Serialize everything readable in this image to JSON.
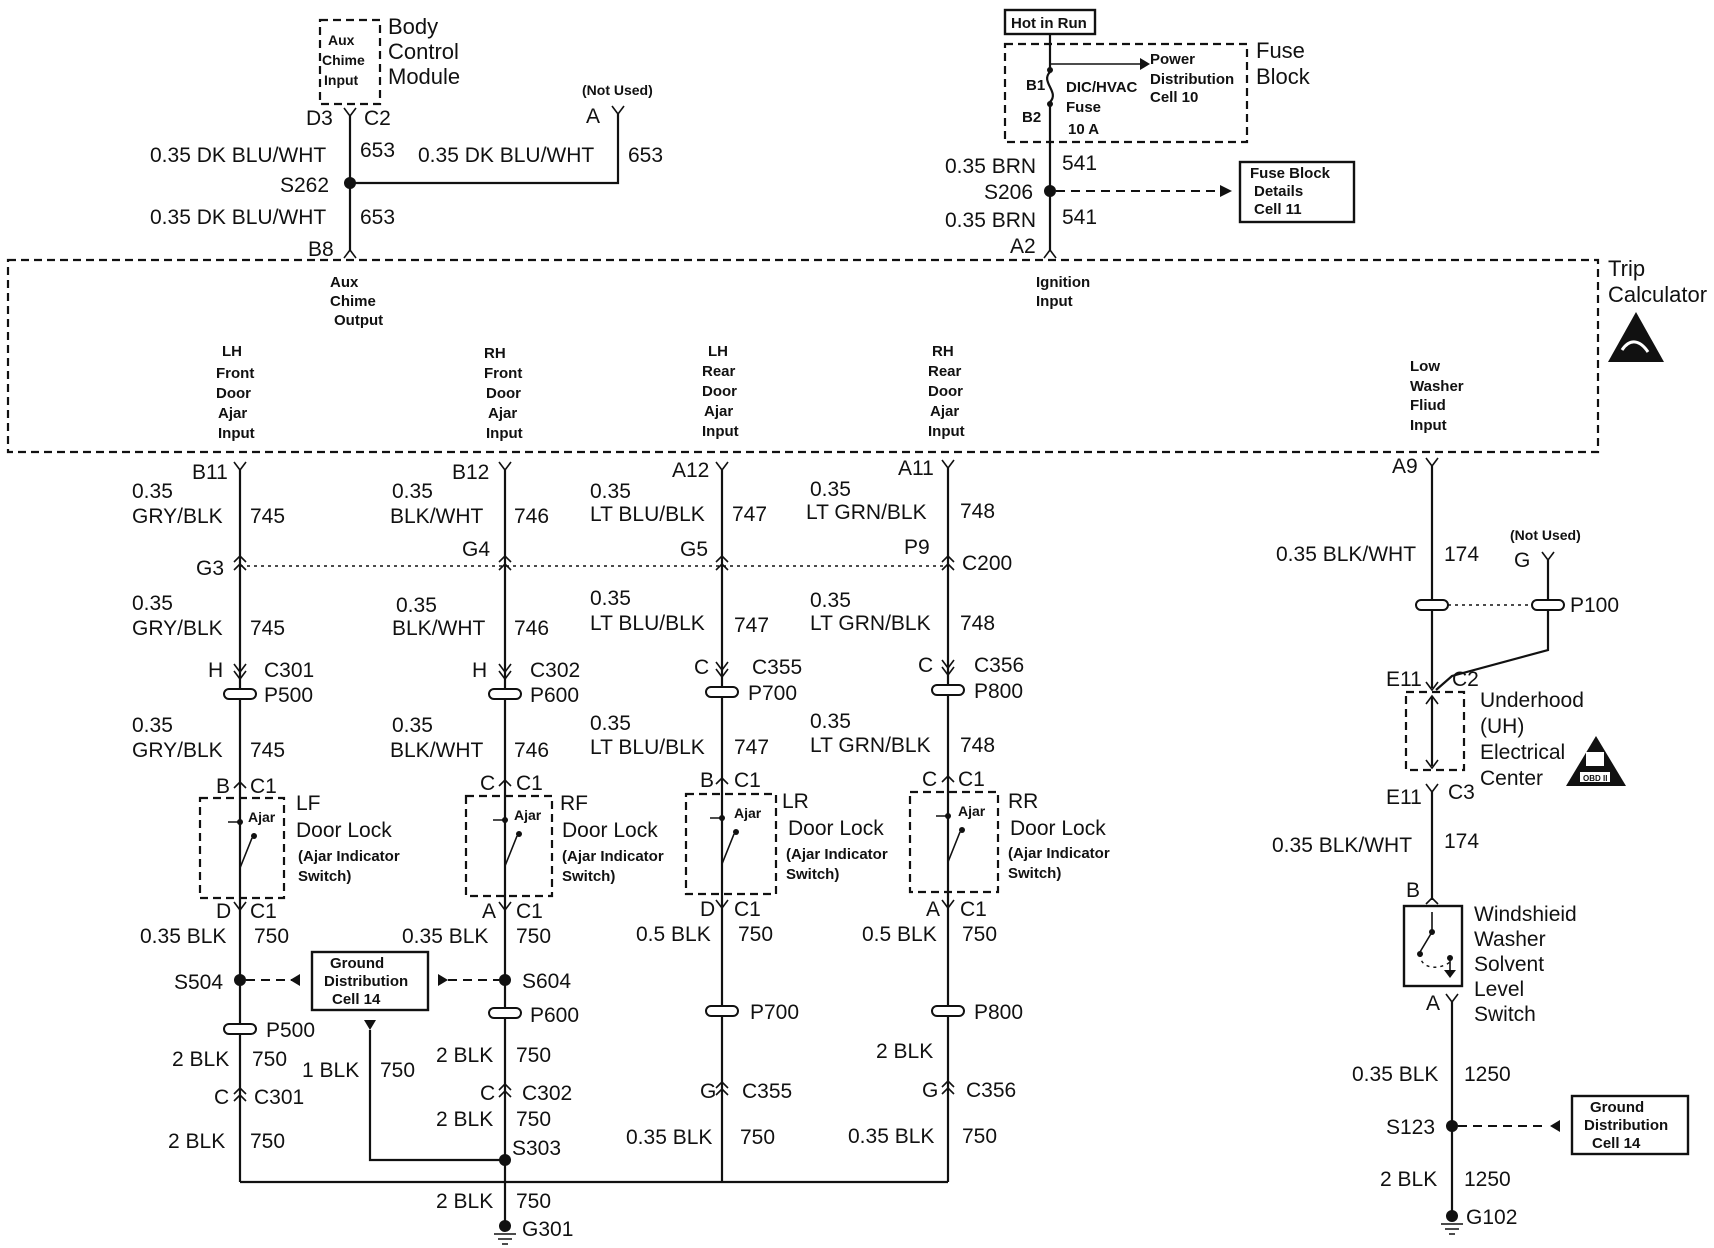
{
  "bcm": {
    "title_lines": [
      "Body",
      "Control",
      "Module"
    ],
    "aux_lines": [
      "Aux",
      "Chime",
      "Input"
    ],
    "pin_d3": "D3",
    "pin_c2": "C2",
    "pin_a": "A",
    "not_used": "(Not Used)",
    "wire_left": "0.35 DK BLU/WHT",
    "circuit_653": "653",
    "wire_right": "0.35 DK BLU/WHT",
    "splice": "S262",
    "pin_b8": "B8"
  },
  "fuse": {
    "hot_in_run": "Hot in Run",
    "title_lines": [
      "Fuse",
      "Block"
    ],
    "power_lines": [
      "Power",
      "Distribution",
      "Cell 10"
    ],
    "b1": "B1",
    "b2": "B2",
    "fuse_lines": [
      "DIC/HVAC",
      "Fuse",
      "10 A"
    ],
    "wire": "0.35 BRN",
    "circuit": "541",
    "splice": "S206",
    "details_lines": [
      "Fuse Block",
      "Details",
      "Cell 11"
    ],
    "pin_a2": "A2"
  },
  "trip": {
    "title_lines": [
      "Trip",
      "Calculator"
    ],
    "aux_out_lines": [
      "Aux",
      "Chime",
      "Output"
    ],
    "ign_lines": [
      "Ignition",
      "Input"
    ],
    "inputs": [
      [
        "LH",
        "Front",
        "Door",
        "Ajar",
        "Input"
      ],
      [
        "RH",
        "Front",
        "Door",
        "Ajar",
        "Input"
      ],
      [
        "LH",
        "Rear",
        "Door",
        "Ajar",
        "Input"
      ],
      [
        "RH",
        "Rear",
        "Door",
        "Ajar",
        "Input"
      ],
      [
        "Low",
        "Washer",
        "Fliud",
        "Input"
      ]
    ]
  },
  "doors": [
    {
      "pin_top": "B11",
      "gauge": "0.35",
      "color": "GRY/BLK",
      "circuit": "745",
      "c200": "G3",
      "conn_pin": "H",
      "conn": "C301",
      "pass": "P500",
      "sw_pin_top": "B",
      "c1": "C1",
      "sw_letters": "LF",
      "sw_name": "Door Lock",
      "sw_sub": [
        "(Ajar Indicator",
        "Switch)"
      ],
      "ajar": "Ajar",
      "sw_pin_bot": "D",
      "gnd_wire": "0.35 BLK",
      "gnd_circuit": "750"
    },
    {
      "pin_top": "B12",
      "gauge": "0.35",
      "color": "BLK/WHT",
      "circuit": "746",
      "c200": "G4",
      "conn_pin": "H",
      "conn": "C302",
      "pass": "P600",
      "sw_pin_top": "C",
      "c1": "C1",
      "sw_letters": "RF",
      "sw_name": "Door Lock",
      "sw_sub": [
        "(Ajar Indicator",
        "Switch)"
      ],
      "ajar": "Ajar",
      "sw_pin_bot": "A",
      "gnd_wire": "0.35 BLK",
      "gnd_circuit": "750"
    },
    {
      "pin_top": "A12",
      "gauge": "0.35",
      "color": "LT BLU/BLK",
      "circuit": "747",
      "c200": "G5",
      "conn_pin": "C",
      "conn": "C355",
      "pass": "P700",
      "sw_pin_top": "B",
      "c1": "C1",
      "sw_letters": "LR",
      "sw_name": "Door Lock",
      "sw_sub": [
        "(Ajar Indicator",
        "Switch)"
      ],
      "ajar": "Ajar",
      "sw_pin_bot": "D",
      "gnd_wire": "0.5 BLK",
      "gnd_circuit": "750"
    },
    {
      "pin_top": "A11",
      "gauge": "0.35",
      "color": "LT GRN/BLK",
      "circuit": "748",
      "c200": "P9",
      "conn_pin": "C",
      "conn": "C356",
      "pass": "P800",
      "sw_pin_top": "C",
      "c1": "C1",
      "sw_letters": "RR",
      "sw_name": "Door Lock",
      "sw_sub": [
        "(Ajar Indicator",
        "Switch)"
      ],
      "ajar": "Ajar",
      "sw_pin_bot": "A",
      "gnd_wire": "0.5 BLK",
      "gnd_circuit": "750"
    }
  ],
  "c200_label": "C200",
  "ground_lower": {
    "s504": "S504",
    "s604": "S604",
    "gdc_lines": [
      "Ground",
      "Distribution",
      "Cell 14"
    ],
    "p500": "P500",
    "p600": "P600",
    "p700": "P700",
    "p800": "P800",
    "w2blk": "2 BLK",
    "w1blk": "1 BLK",
    "c750": "750",
    "c_pin": "C",
    "g_pin": "G",
    "c301": "C301",
    "c302": "C302",
    "c355": "C355",
    "c356": "C356",
    "w035blk": "0.35 BLK",
    "s303": "S303",
    "g301": "G301"
  },
  "washer": {
    "pin_a9": "A9",
    "wire": "0.35 BLK/WHT",
    "circuit": "174",
    "not_used": "(Not Used)",
    "pin_g": "G",
    "p100": "P100",
    "e11": "E11",
    "c2": "C2",
    "c3": "C3",
    "uh_lines": [
      "Underhood",
      "(UH)",
      "Electrical",
      "Center"
    ],
    "pin_b": "B",
    "pin_a": "A",
    "sw_lines": [
      "Windshieid",
      "Washer",
      "Solvent",
      "Level",
      "Switch"
    ],
    "gnd_wire": "0.35 BLK",
    "gnd_circuit": "1250",
    "splice": "S123",
    "gdc_lines": [
      "Ground",
      "Distribution",
      "Cell 14"
    ],
    "wire_2blk": "2 BLK",
    "ground": "G102"
  },
  "obd_label": "OBD II"
}
